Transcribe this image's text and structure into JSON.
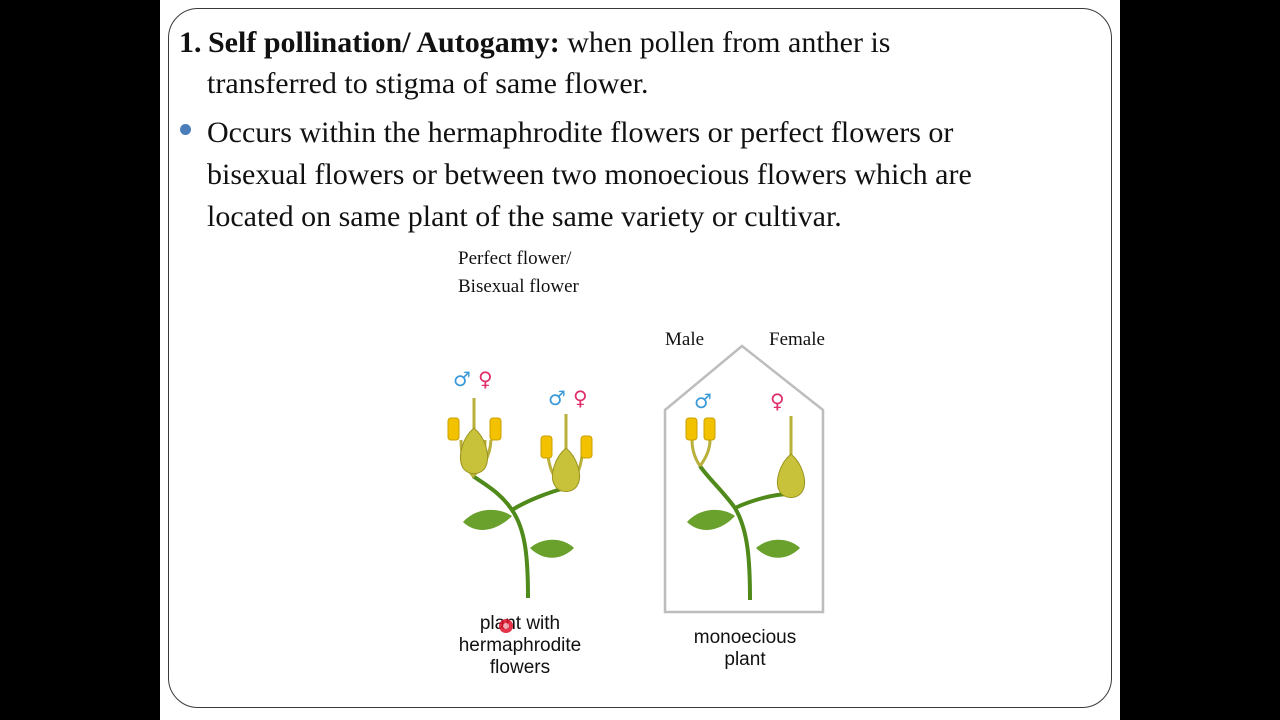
{
  "heading": {
    "number": "1.",
    "term": "Self pollination/ Autogamy:",
    "definition_line1": " when pollen from anther is",
    "definition_line2": "transferred to stigma of same flower."
  },
  "bullet": {
    "text": "Occurs within the hermaphrodite flowers or perfect flowers or bisexual flowers or between two monoecious flowers which are located on same plant of the same variety or cultivar."
  },
  "diagram": {
    "perfect_label_line1": "Perfect flower/",
    "perfect_label_line2": "Bisexual flower",
    "male_label": "Male",
    "female_label": "Female",
    "caption_left": [
      "plant with",
      "hermaphrodite",
      "flowers"
    ],
    "caption_right": [
      "monoecious",
      "plant"
    ],
    "male_symbol": "♂",
    "female_symbol": "♀"
  },
  "colors": {
    "bullet": "#4a7ebb",
    "male_symbol": "#3a9ad9",
    "female_symbol": "#e0306a",
    "stem": "#4f8a1a",
    "leaf": "#6aa02c",
    "anther": "#f2c200",
    "ovary": "#c8c23a",
    "pointer": "#e0102a"
  }
}
